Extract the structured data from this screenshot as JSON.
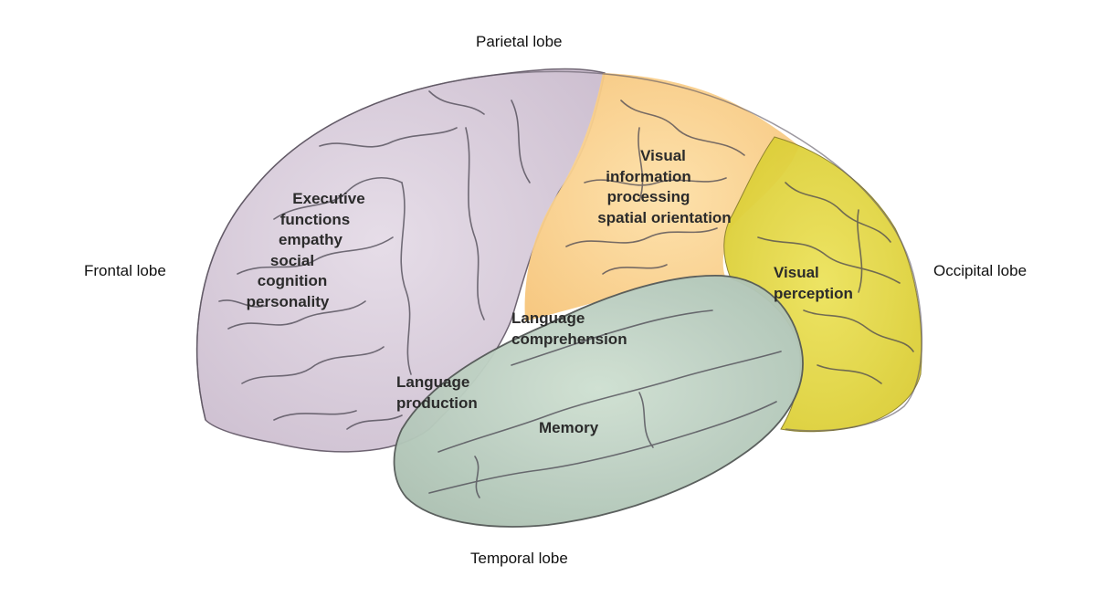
{
  "lobes": {
    "parietal": "Parietal lobe",
    "frontal": "Frontal lobe",
    "occipital": "Occipital lobe",
    "temporal": "Temporal lobe"
  },
  "functions": {
    "frontal": [
      "Executive",
      "functions",
      "empathy",
      "social",
      "cognition",
      "personality"
    ],
    "parietal": [
      "Visual",
      "information",
      "processing",
      "spatial orientation"
    ],
    "occipital": [
      "Visual",
      "perception"
    ],
    "wernicke": [
      "Language",
      "comprehension"
    ],
    "broca": [
      "Language",
      "production"
    ],
    "temporal": [
      "Memory"
    ]
  },
  "colors": {
    "frontal": "#d9cfdc",
    "parietal": "#fbd28f",
    "occipital": "#e3d83a",
    "temporal": "#bfd3c4",
    "sulcus": "#4a4651"
  }
}
